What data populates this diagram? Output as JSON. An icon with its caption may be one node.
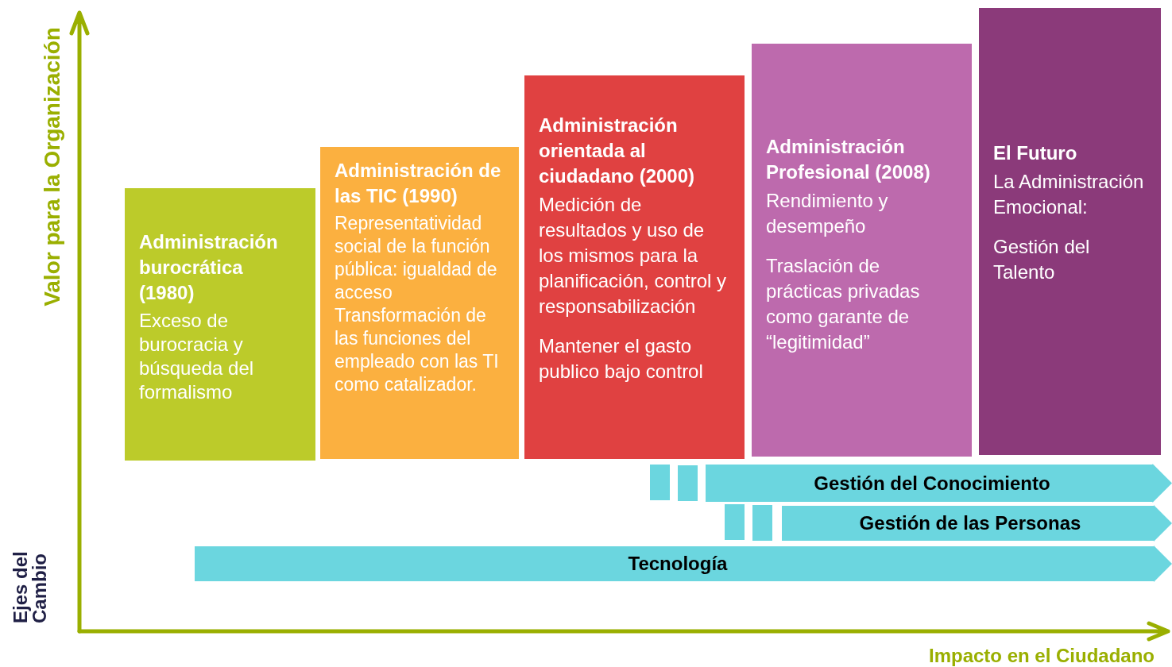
{
  "diagram": {
    "nodes": [
      {
        "text": [
          "Administración burocrática (1980)",
          "Exceso de burocracia y búsqueda del formalismo"
        ]
      },
      {
        "text": [
          "Administración de las TIC (1990)",
          "Representatividad social de la función pública: igualdad de acceso",
          "Transformación de las funciones del empleado con las TI como catalizador."
        ]
      },
      {
        "text": [
          "Administración orientada al ciudadano (2000)",
          "Medición de resultados y uso de los mismos para la planificación, control y responsabilización",
          "Mantener el gasto publico bajo control"
        ]
      },
      {
        "text": [
          "Administración Profesional (2008)",
          "Rendimiento y desempeño",
          "Traslación de prácticas privadas como garante de “legitimidad”"
        ]
      },
      {
        "text": [
          "El Futuro",
          "La Administración Emocional:",
          "Gestión del Talento"
        ]
      },
      {
        "text": [
          "Gestión del Conocimiento"
        ]
      },
      {
        "text": [
          "Gestión de las Personas"
        ]
      },
      {
        "text": [
          "Tecnología"
        ]
      }
    ],
    "labels": [
      "Valor para la Organización",
      "Ejes del Cambio",
      "Impacto en el Ciudadano"
    ]
  }
}
